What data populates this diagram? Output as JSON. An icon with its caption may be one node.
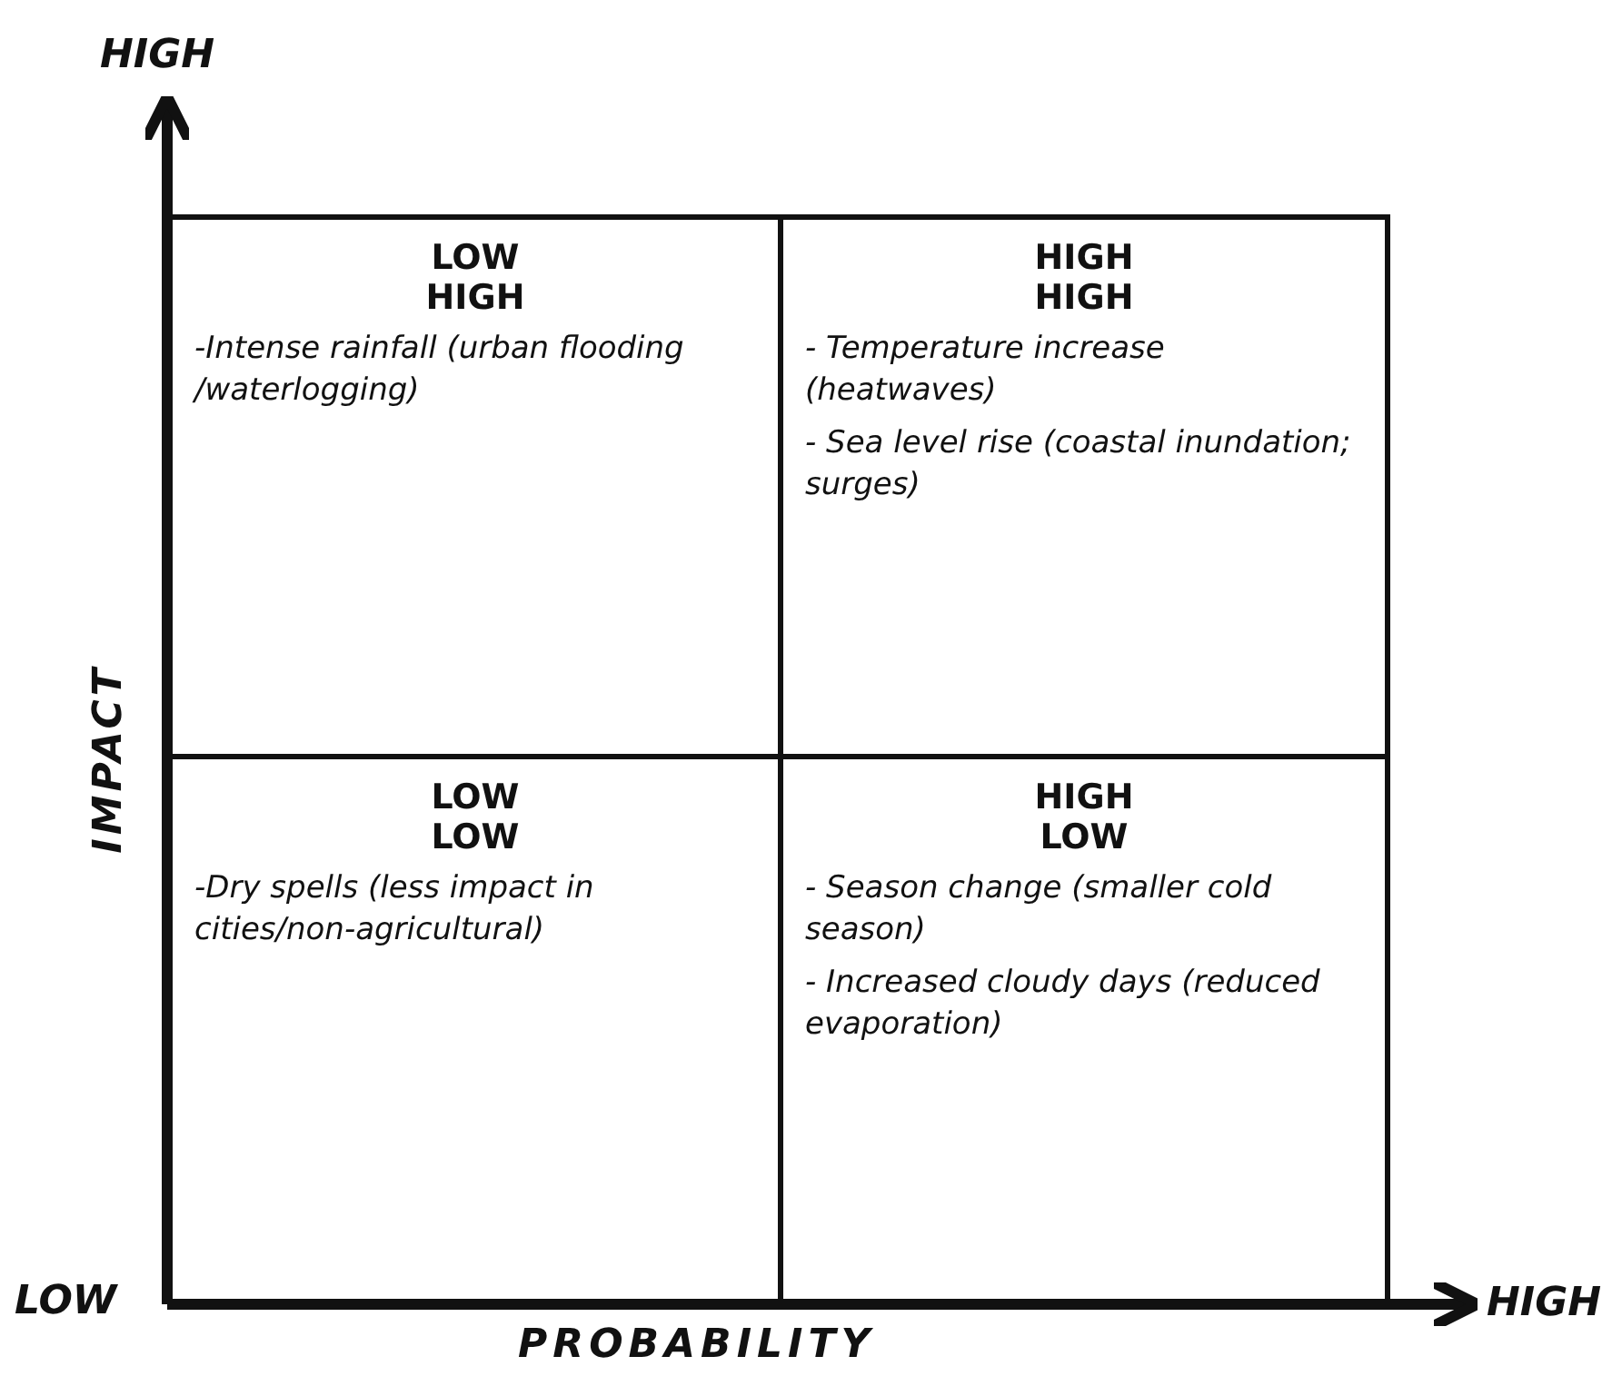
{
  "diagram": {
    "nodes": [
      {
        "text": [
          "LOW HIGH",
          "-Intense rainfall (urban flooding /waterlogging)"
        ]
      },
      {
        "text": [
          "HIGH HIGH",
          "- Temperature increase (heatwaves)",
          "- Sea level rise (coastal inundation; surges)"
        ]
      },
      {
        "text": [
          "LOW LOW",
          "-Dry spells (less impact in cities/non-agricultural)"
        ]
      },
      {
        "text": [
          "HIGH LOW",
          "- Season change (smaller cold season)",
          "- Increased cloudy days (reduced evaporation)"
        ]
      }
    ],
    "labels": [
      "HIGH",
      "IMPACT",
      "LOW",
      "PROBABILITY",
      "HIGH"
    ]
  }
}
